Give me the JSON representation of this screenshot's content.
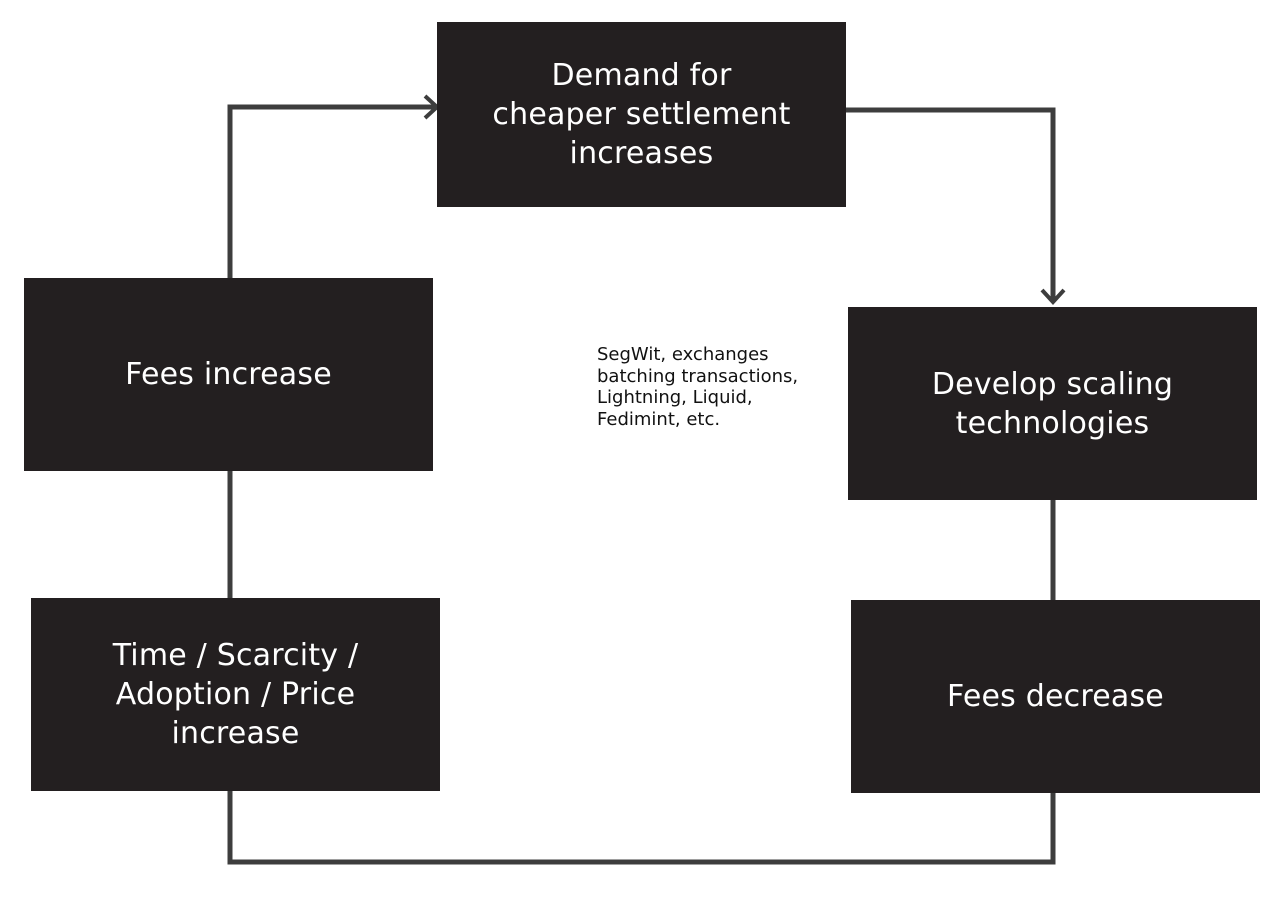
{
  "diagram": {
    "nodes": [
      {
        "id": "demand",
        "label": "Demand for\ncheaper settlement\nincreases"
      },
      {
        "id": "scaling",
        "label": "Develop scaling\ntechnologies"
      },
      {
        "id": "fees_decrease",
        "label": "Fees decrease"
      },
      {
        "id": "time_scarcity",
        "label": "Time / Scarcity /\nAdoption / Price\nincrease"
      },
      {
        "id": "fees_increase",
        "label": "Fees increase"
      }
    ],
    "edges": [
      {
        "from": "fees_increase",
        "to": "demand",
        "arrow": true
      },
      {
        "from": "demand",
        "to": "scaling",
        "arrow": true
      },
      {
        "from": "scaling",
        "to": "fees_decrease",
        "arrow": false
      },
      {
        "from": "fees_decrease",
        "to": "time_scarcity",
        "arrow": false
      },
      {
        "from": "time_scarcity",
        "to": "fees_increase",
        "arrow": false
      }
    ],
    "annotation": "SegWit, exchanges\nbatching transactions,\nLightning, Liquid,\nFedimint, etc."
  },
  "colors": {
    "box_fill": "#231f20",
    "box_text": "#ffffff",
    "connector": "#3d3d3d",
    "annotation_text": "#111111",
    "background": "#ffffff"
  }
}
